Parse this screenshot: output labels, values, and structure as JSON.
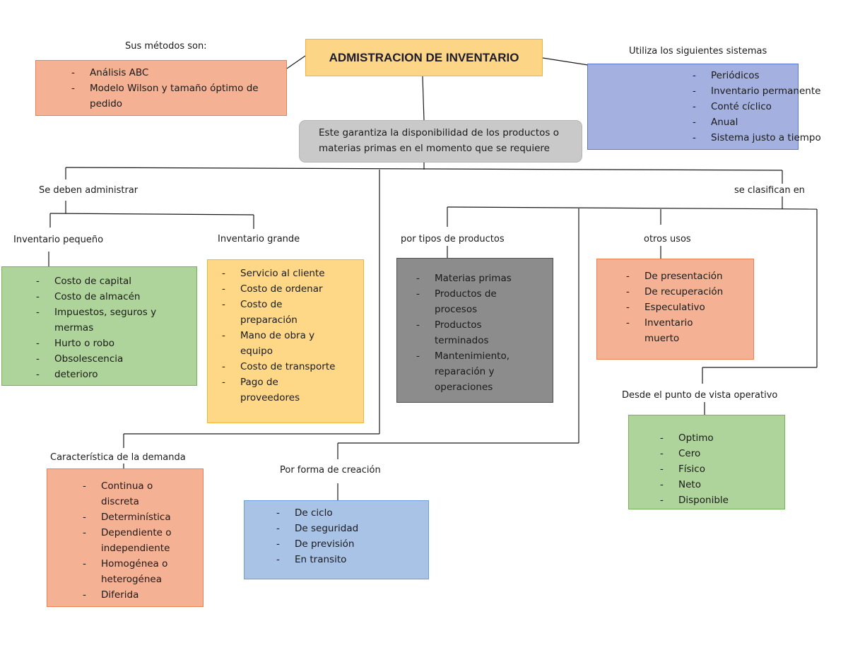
{
  "title": "ADMISTRACION  DE INVENTARIO",
  "center_text": "Este garantiza la disponibilidad de los productos o materias primas en el momento que se requiere",
  "methods": {
    "label": "Sus métodos son:",
    "items": [
      "Análisis ABC",
      "Modelo Wilson y tamaño óptimo de pedido"
    ]
  },
  "systems": {
    "label": "Utiliza los siguientes sistemas",
    "items": [
      "Periódicos",
      "Inventario permanente",
      "Conté cíclico",
      "Anual",
      "Sistema justo a tiempo"
    ]
  },
  "administrar": {
    "label": "Se deben administrar"
  },
  "small_inventory": {
    "label": "Inventario pequeño",
    "items": [
      "Costo de capital",
      "Costo de almacén",
      "Impuestos, seguros y mermas",
      "Hurto o robo",
      "Obsolescencia",
      "deterioro"
    ]
  },
  "large_inventory": {
    "label": "Inventario grande",
    "items": [
      "Servicio al cliente",
      "Costo de ordenar",
      "Costo de preparación",
      "Mano de obra y equipo",
      "Costo de transporte",
      "Pago de proveedores"
    ]
  },
  "classify": {
    "label": "se clasifican en"
  },
  "product_types": {
    "label": "por tipos de productos",
    "items": [
      "Materias primas",
      "Productos de procesos",
      "Productos terminados",
      "Mantenimiento, reparación y operaciones"
    ]
  },
  "other_uses": {
    "label": "otros usos",
    "items": [
      "De presentación",
      "De recuperación",
      "Especulativo",
      "Inventario muerto"
    ]
  },
  "operative": {
    "label": "Desde el punto de vista operativo",
    "items": [
      "Optimo",
      "Cero",
      "Físico",
      "Neto",
      "Disponible"
    ]
  },
  "demand": {
    "label": "Característica de la demanda",
    "items": [
      "Continua o discreta",
      "Determinística",
      "Dependiente o independiente",
      "Homogénea o heterogénea",
      "Diferida"
    ]
  },
  "creation": {
    "label": "Por forma de creación",
    "items": [
      "De ciclo",
      "De seguridad",
      "De previsión",
      "En transito"
    ]
  }
}
